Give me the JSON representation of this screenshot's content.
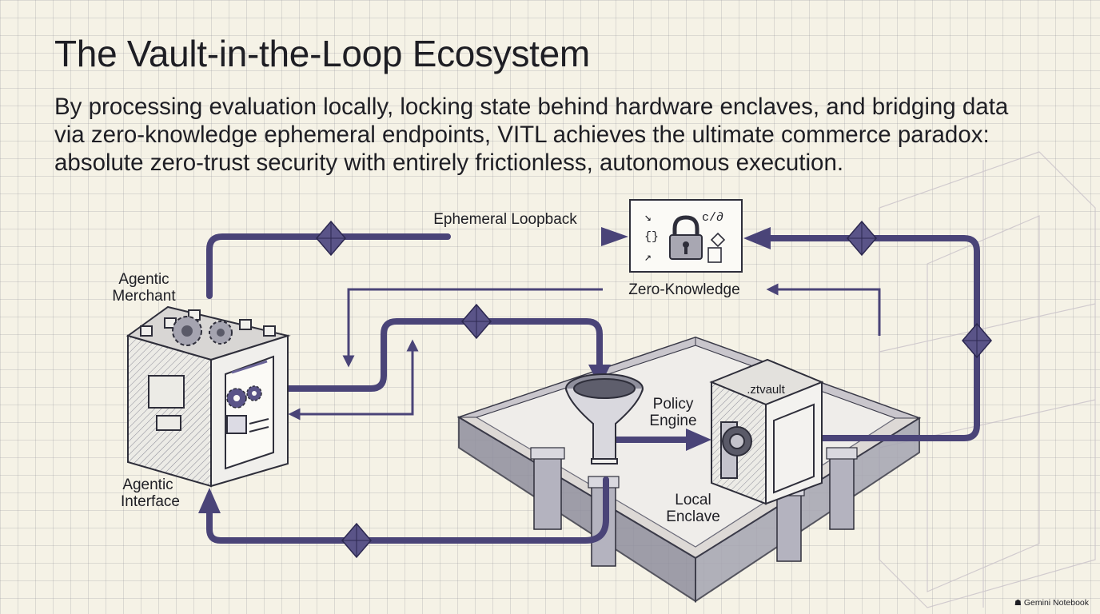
{
  "title": "The Vault-in-the-Loop Ecosystem",
  "subtitle": "By processing evaluation locally, locking state behind hardware enclaves, and bridging data via zero-knowledge ephemeral endpoints, VITL achieves the ultimate commerce paradox: absolute zero-trust security with entirely frictionless, autonomous execution.",
  "labels": {
    "agentic_merchant": [
      "Agentic",
      "Merchant"
    ],
    "agentic_interface": [
      "Agentic",
      "Interface"
    ],
    "ephemeral_loopback": "Ephemeral Loopback",
    "zero_knowledge": "Zero-Knowledge",
    "policy_engine": [
      "Policy",
      "Engine"
    ],
    "local_enclave": [
      "Local",
      "Enclave"
    ],
    "ztvault": ".ztvault",
    "zk_code": "c/∂"
  },
  "icons": [
    "gear-icon",
    "padlock-icon",
    "funnel-icon",
    "vault-icon",
    "diamond-node-icon"
  ],
  "colors": {
    "flow": "#4a4478",
    "node": "#5a5488",
    "paper": "#f5f2e6"
  },
  "brand": "Gemini Notebook"
}
